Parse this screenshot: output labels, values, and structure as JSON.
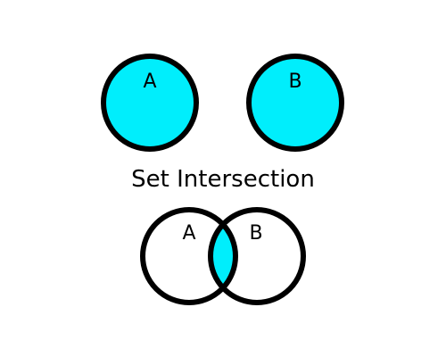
{
  "colors": {
    "fill": "#00eefc",
    "stroke": "#000000",
    "background": "#ffffff"
  },
  "top_sets": {
    "a_label": "A",
    "b_label": "B"
  },
  "title": "Set Intersection",
  "venn": {
    "a_label": "A",
    "b_label": "B",
    "highlighted_region": "intersection"
  }
}
